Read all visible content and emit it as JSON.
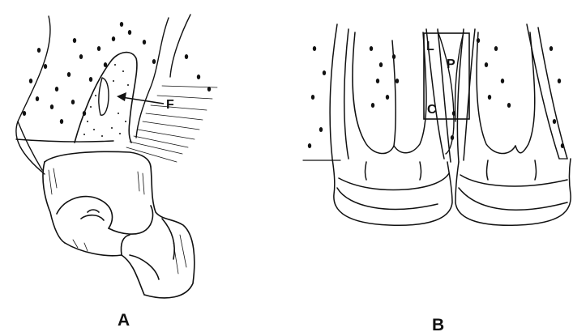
{
  "panels": [
    {
      "id": "A",
      "label": "A",
      "callouts": [
        {
          "text": "F"
        }
      ]
    },
    {
      "id": "B",
      "label": "B",
      "callouts": [
        {
          "text": "L"
        },
        {
          "text": "P"
        },
        {
          "text": "C"
        }
      ]
    }
  ],
  "colors": {
    "ink": "#111111",
    "background": "#ffffff"
  }
}
